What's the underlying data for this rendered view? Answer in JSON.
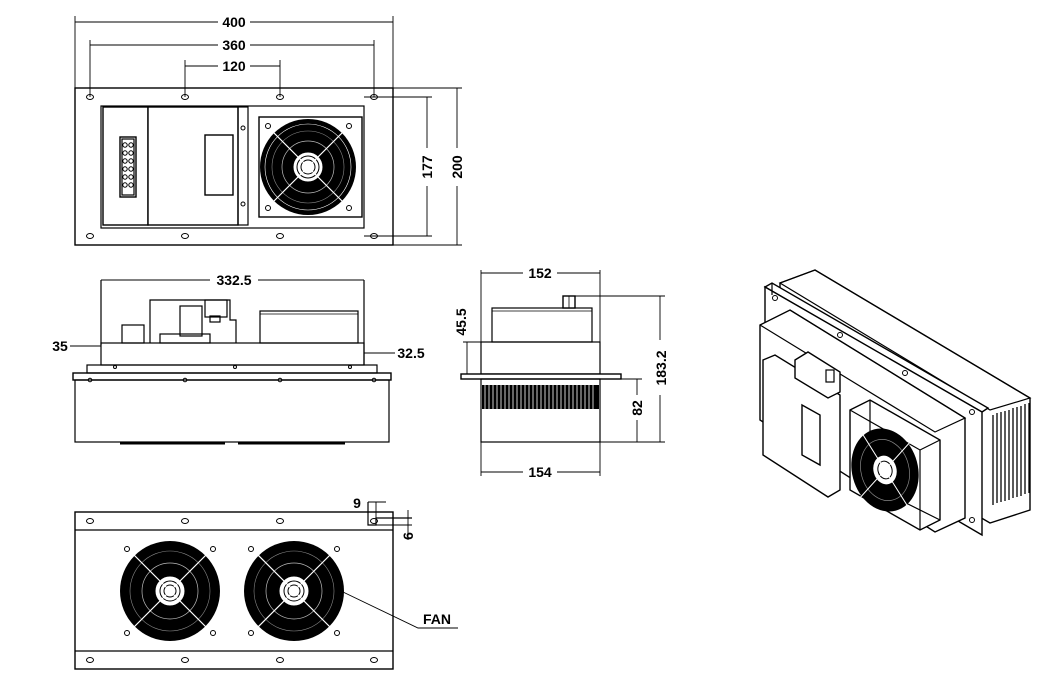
{
  "dimensions": {
    "top_width": "400",
    "top_hole_span": "360",
    "top_center_span": "120",
    "top_inner_height": "177",
    "top_height": "200",
    "side_length": "332.5",
    "side_left_offset": "35",
    "side_right_offset": "32.5",
    "end_width_top": "152",
    "end_flange": "45.5",
    "end_total_height": "183.2",
    "end_sink_height": "82",
    "end_width_bottom": "154",
    "bottom_tab_width": "9",
    "bottom_tab_height": "6"
  },
  "labels": {
    "fan": "FAN"
  }
}
